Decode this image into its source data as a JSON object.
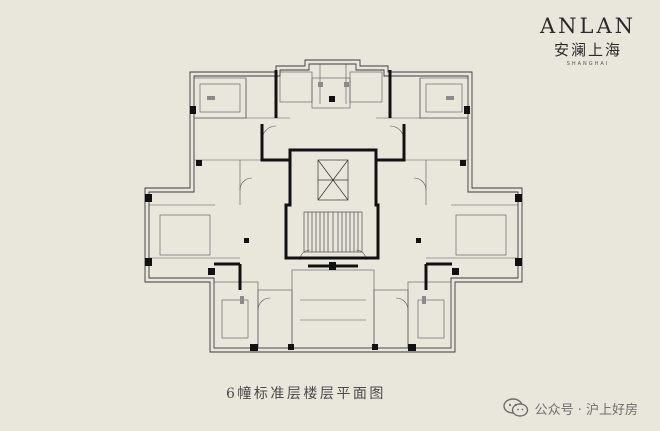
{
  "brand": {
    "name_en": "ANLAN",
    "name_cn": "安澜上海",
    "sub": "SHANGHAI"
  },
  "caption": "6幢标准层楼层平面图",
  "watermark": {
    "text": "公众号 · 沪上好房",
    "icon": "wechat-icon"
  },
  "colors": {
    "background": "#e9e6dc",
    "line": "#3b3b3b",
    "wall": "#111111"
  }
}
